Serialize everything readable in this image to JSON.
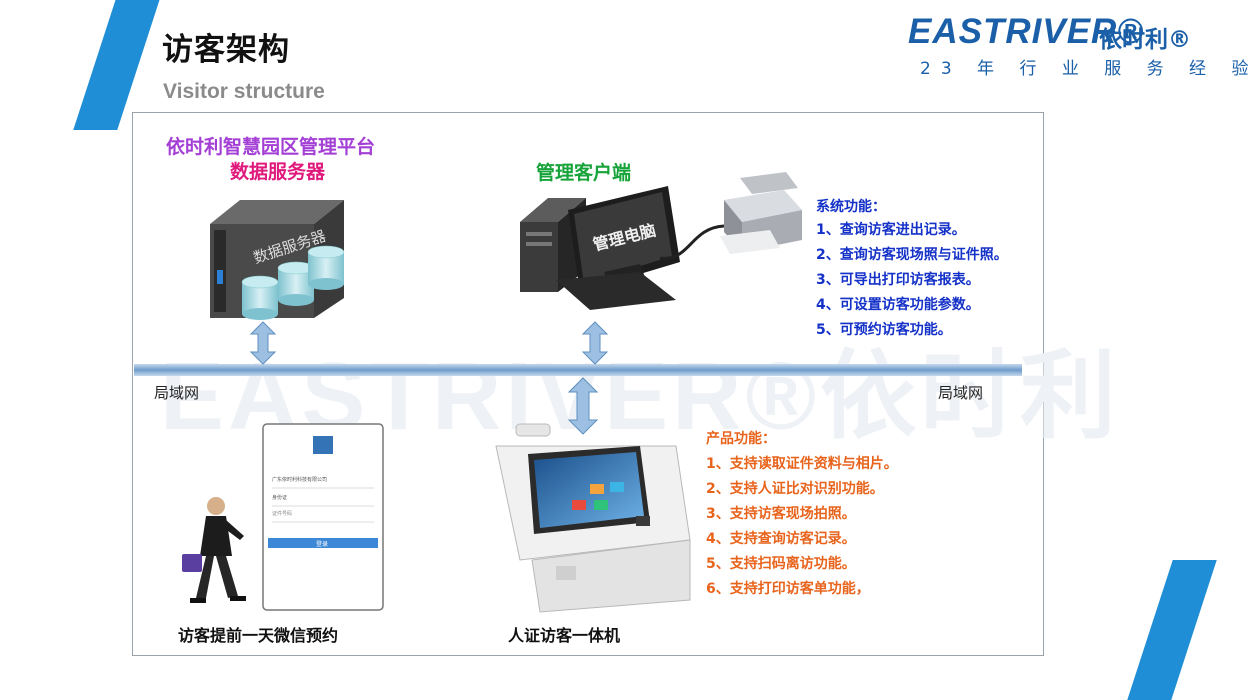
{
  "header": {
    "title": "访客架构",
    "subtitle": "Visitor structure"
  },
  "logo": {
    "brand": "EASTRIVER®",
    "brand_cn": "依时利®",
    "tagline": "23 年 行 业 服 务 经 验"
  },
  "watermark": "EASTRIVER®依时利",
  "server": {
    "title_line1": "依时利智慧园区管理平台",
    "title_line2": "数据服务器",
    "box_label": "数据服务器"
  },
  "client": {
    "title": "管理客户端",
    "screen_label": "管理电脑"
  },
  "system_functions": {
    "heading": "系统功能：",
    "items": [
      "1、查询访客进出记录。",
      "2、查询访客现场照与证件照。",
      "3、可导出打印访客报表。",
      "4、可设置访客功能参数。",
      "5、可预约访客功能。"
    ]
  },
  "network": {
    "left_label": "局域网",
    "right_label": "局域网"
  },
  "phone": {
    "caption": "访客提前一天微信预约",
    "company": "广东依时利科技有限公司",
    "field1": "身份证",
    "field2": "证件号码",
    "button": "登录"
  },
  "kiosk": {
    "caption": "人证访客一体机"
  },
  "product_functions": {
    "heading": "产品功能：",
    "items": [
      "1、支持读取证件资料与相片。",
      "2、支持人证比对识别功能。",
      "3、支持访客现场拍照。",
      "4、支持查询访客记录。",
      "5、支持扫码离访功能。",
      "6、支持打印访客单功能，"
    ]
  },
  "colors": {
    "accent_blue": "#1f8ed6",
    "brand_blue": "#1a5fa8",
    "server_title": "#a43fd6",
    "server_subtitle": "#e0197d",
    "client_title": "#16a33a",
    "system_list": "#1431c8",
    "product_list": "#e8641c"
  }
}
